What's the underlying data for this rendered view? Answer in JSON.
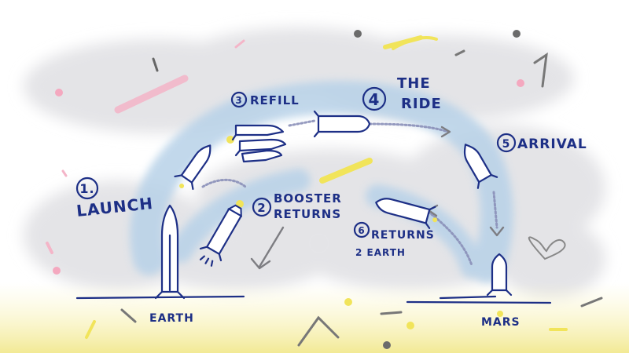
{
  "diagram": {
    "steps": [
      {
        "id": "launch",
        "number": "1.",
        "label": "LAUNCH"
      },
      {
        "id": "booster",
        "number": "2",
        "label_line1": "BOOSTER",
        "label_line2": "RETURNS"
      },
      {
        "id": "refill",
        "number": "3",
        "label": "REFILL"
      },
      {
        "id": "ride",
        "number": "4",
        "label_line1": "THE",
        "label_line2": "RIDE"
      },
      {
        "id": "arrival",
        "number": "5",
        "label": "ARRIVAL"
      },
      {
        "id": "return",
        "number": "6",
        "label_line1": "RETURNS",
        "label_line2": "2 EARTH"
      }
    ],
    "locations": {
      "earth": "EARTH",
      "mars": "MARS"
    }
  },
  "colors": {
    "ink": "#1d2f86",
    "orbit": "#b9d3e6",
    "smudge": "#e6e6e8",
    "ground": "#f3ee9a",
    "accent_yellow": "#f1e45a",
    "accent_pink": "#f6b7c8",
    "arrow_gray": "#7d7d82"
  }
}
